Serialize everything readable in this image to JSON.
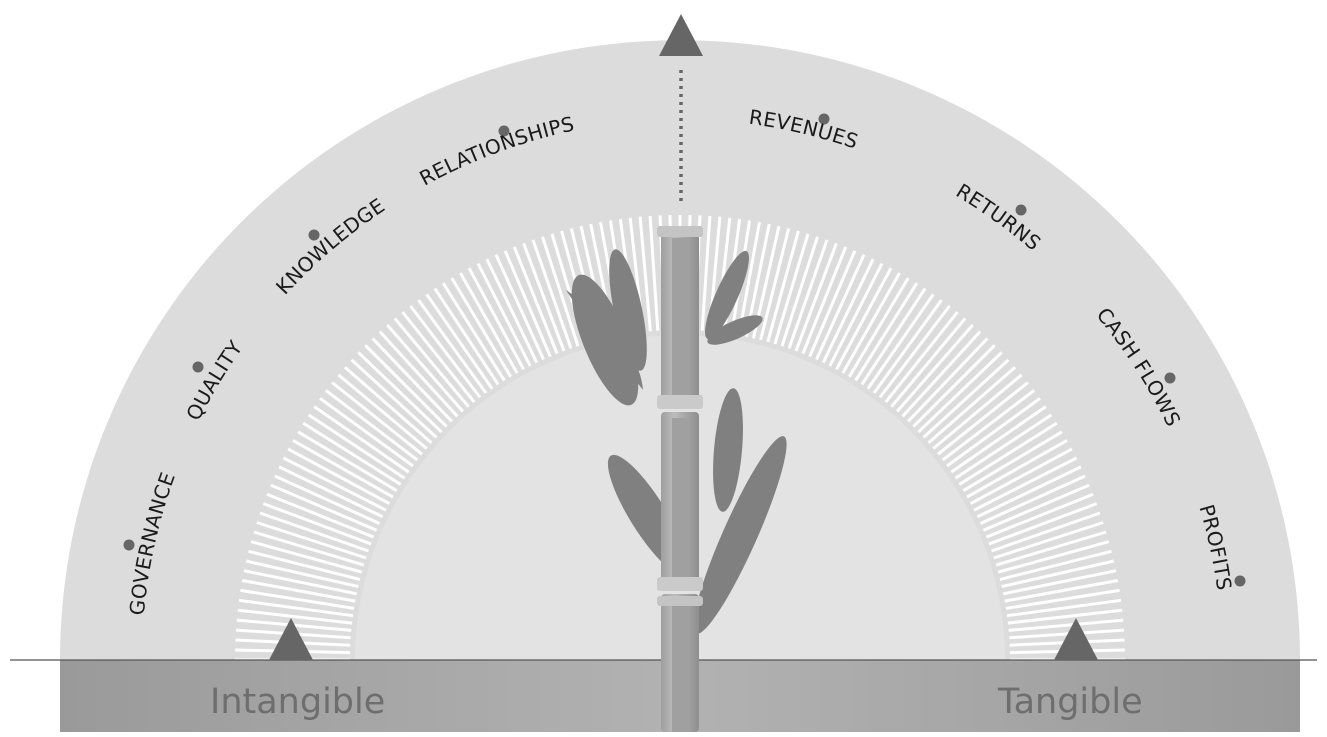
{
  "labels": {
    "intangible": [
      "GOVERNANCE",
      "QUALITY",
      "KNOWLEDGE",
      "RELATIONSHIPS"
    ],
    "tangible": [
      "REVENUES",
      "RETURNS",
      "CASH FLOWS",
      "PROFITS"
    ]
  },
  "ground": {
    "left": "Intangible",
    "right": "Tangible"
  },
  "colors": {
    "outer_arc": "#dcdcdd",
    "inner_disc": "#e3e3e4",
    "rays": "#ffffff",
    "dots": "#666666",
    "arrows": "#666666",
    "stalk": "#b9b9b9",
    "stalk_center": "#a2a2a2",
    "leaves": "#808080",
    "ground_band": "#a8a8a8",
    "ground_line": "#555555"
  }
}
